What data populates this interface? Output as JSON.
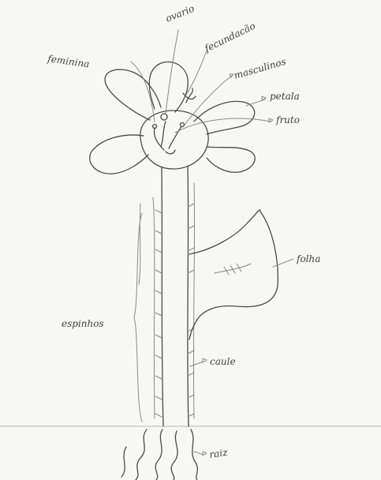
{
  "labels": {
    "ovario": "ovario",
    "feminina": "feminina",
    "fecundacao": "fecundacão",
    "masculinos": "masculinos",
    "petala": "petala",
    "fruto": "fruto",
    "folha": "folha",
    "espinhos": "espinhos",
    "caule": "caule",
    "raiz": "raiz"
  },
  "colors": {
    "paper": "#f7f7f5",
    "pencil": "#4a4a4a",
    "pencil_light": "#8a8a8a"
  }
}
